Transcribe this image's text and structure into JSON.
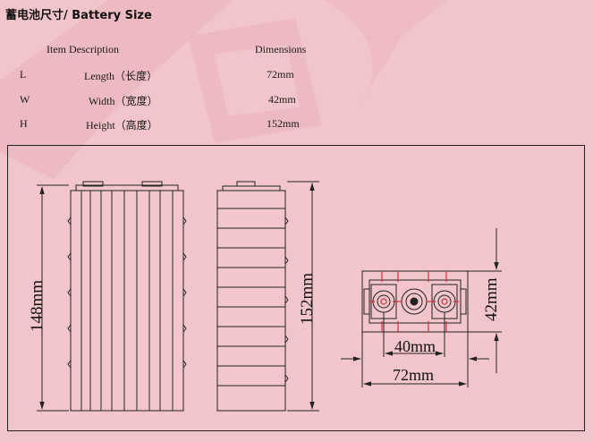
{
  "title": "蓄电池尺寸/ Battery Size",
  "table": {
    "headers": {
      "item": "Item Description",
      "dimensions": "Dimensions"
    },
    "rows": [
      {
        "code": "L",
        "name": "Length（长度）",
        "value": "72mm"
      },
      {
        "code": "W",
        "name": "Width（宽度）",
        "value": "42mm"
      },
      {
        "code": "H",
        "name": "Height（高度）",
        "value": "152mm"
      }
    ]
  },
  "drawing": {
    "front_height_label": "148mm",
    "side_height_label": "152mm",
    "top_depth_label": "42mm",
    "terminal_spacing_label": "40mm",
    "top_width_label": "72mm"
  },
  "colors": {
    "background": "#f2c5cb",
    "watermark": "#e8a8b2",
    "line": "#222222",
    "terminal_accent": "#d2303a"
  }
}
